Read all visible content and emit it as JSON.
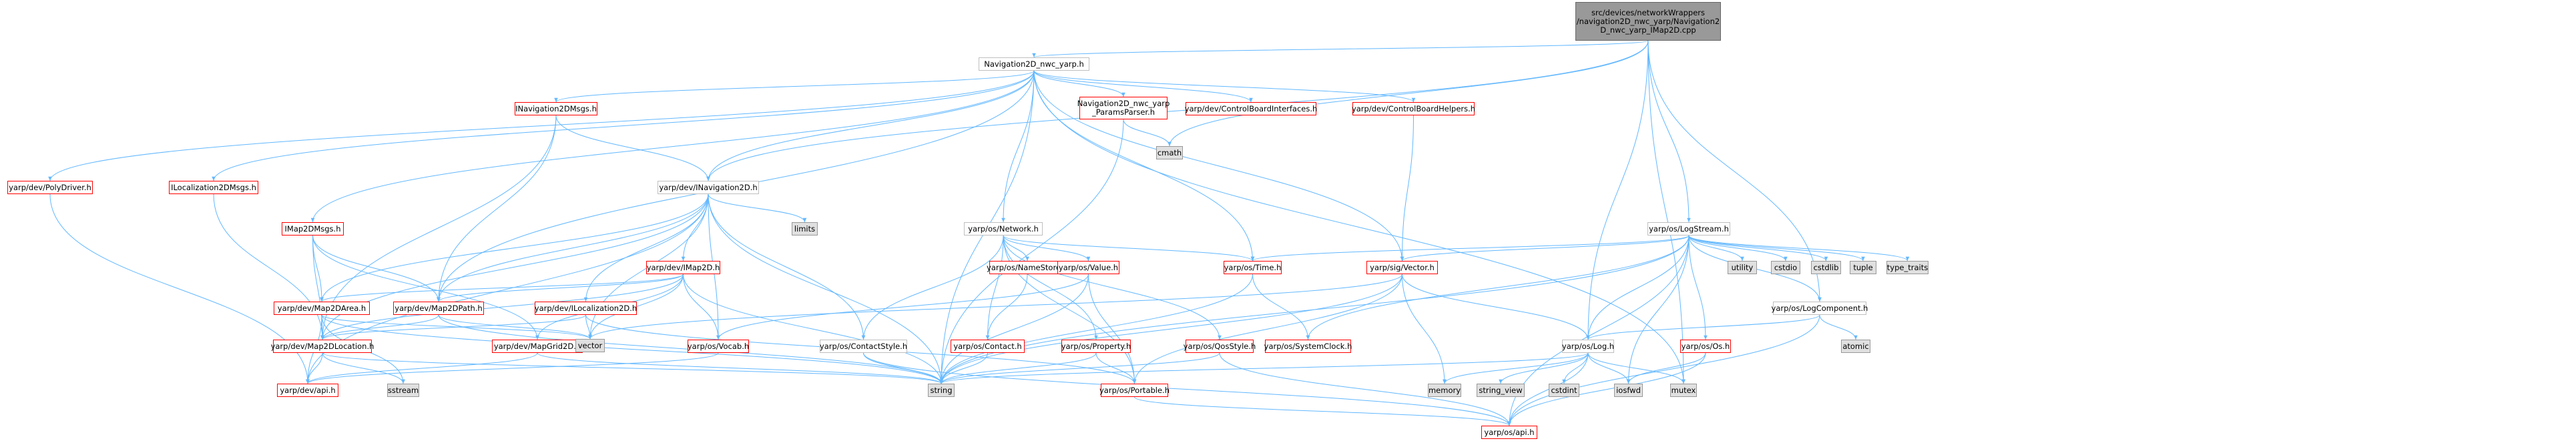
{
  "graph": {
    "nodes": [
      {
        "id": "root",
        "label": "src/devices/networkWrappers\n/navigation2D_nwc_yarp/Navigation2\nD_nwc_yarp_IMap2D.cpp",
        "kind": "root"
      },
      {
        "id": "nwc_h",
        "label": "Navigation2D_nwc_yarp.h",
        "kind": "gray"
      },
      {
        "id": "polydriver",
        "label": "yarp/dev/PolyDriver.h",
        "kind": "red"
      },
      {
        "id": "iloc2dmsgs",
        "label": "ILocalization2DMsgs.h",
        "kind": "red"
      },
      {
        "id": "inav2dmsgs",
        "label": "INavigation2DMsgs.h",
        "kind": "red"
      },
      {
        "id": "imap2dmsgs",
        "label": "IMap2DMsgs.h",
        "kind": "red"
      },
      {
        "id": "inav2d",
        "label": "yarp/dev/INavigation2D.h",
        "kind": "gray"
      },
      {
        "id": "paramsparser",
        "label": "Navigation2D_nwc_yarp\n_ParamsParser.h",
        "kind": "red"
      },
      {
        "id": "cbi",
        "label": "yarp/dev/ControlBoardInterfaces.h",
        "kind": "red"
      },
      {
        "id": "cbh",
        "label": "yarp/dev/ControlBoardHelpers.h",
        "kind": "red"
      },
      {
        "id": "cmath",
        "label": "cmath",
        "kind": "sys"
      },
      {
        "id": "network",
        "label": "yarp/os/Network.h",
        "kind": "gray"
      },
      {
        "id": "logstream",
        "label": "yarp/os/LogStream.h",
        "kind": "gray"
      },
      {
        "id": "limits",
        "label": "limits",
        "kind": "sys"
      },
      {
        "id": "imap2d",
        "label": "yarp/dev/IMap2D.h",
        "kind": "red"
      },
      {
        "id": "map2darea",
        "label": "yarp/dev/Map2DArea.h",
        "kind": "red"
      },
      {
        "id": "map2dpath",
        "label": "yarp/dev/Map2DPath.h",
        "kind": "red"
      },
      {
        "id": "iloc2d",
        "label": "yarp/dev/ILocalization2D.h",
        "kind": "red"
      },
      {
        "id": "map2dloc",
        "label": "yarp/dev/Map2DLocation.h",
        "kind": "red"
      },
      {
        "id": "mapgrid2d",
        "label": "yarp/dev/MapGrid2D.h",
        "kind": "red"
      },
      {
        "id": "vector",
        "label": "vector",
        "kind": "sys"
      },
      {
        "id": "devapi",
        "label": "yarp/dev/api.h",
        "kind": "red"
      },
      {
        "id": "sstream",
        "label": "sstream",
        "kind": "sys"
      },
      {
        "id": "namestore",
        "label": "yarp/os/NameStore.h",
        "kind": "red"
      },
      {
        "id": "value",
        "label": "yarp/os/Value.h",
        "kind": "red"
      },
      {
        "id": "contact",
        "label": "yarp/os/Contact.h",
        "kind": "red"
      },
      {
        "id": "contactstyle",
        "label": "yarp/os/ContactStyle.h",
        "kind": "gray"
      },
      {
        "id": "property",
        "label": "yarp/os/Property.h",
        "kind": "red"
      },
      {
        "id": "vocab",
        "label": "yarp/os/Vocab.h",
        "kind": "red"
      },
      {
        "id": "qosstyle",
        "label": "yarp/os/QosStyle.h",
        "kind": "red"
      },
      {
        "id": "time",
        "label": "yarp/os/Time.h",
        "kind": "red"
      },
      {
        "id": "sysclock",
        "label": "yarp/os/SystemClock.h",
        "kind": "red"
      },
      {
        "id": "sigvector",
        "label": "yarp/sig/Vector.h",
        "kind": "red"
      },
      {
        "id": "portable",
        "label": "yarp/os/Portable.h",
        "kind": "red"
      },
      {
        "id": "string",
        "label": "string",
        "kind": "sys"
      },
      {
        "id": "oslog",
        "label": "yarp/os/Log.h",
        "kind": "gray"
      },
      {
        "id": "memory",
        "label": "memory",
        "kind": "sys"
      },
      {
        "id": "string_view",
        "label": "string_view",
        "kind": "sys"
      },
      {
        "id": "cstdint",
        "label": "cstdint",
        "kind": "sys"
      },
      {
        "id": "iosfwd",
        "label": "iosfwd",
        "kind": "sys"
      },
      {
        "id": "mutex",
        "label": "mutex",
        "kind": "sys"
      },
      {
        "id": "osapi",
        "label": "yarp/os/api.h",
        "kind": "red"
      },
      {
        "id": "osos",
        "label": "yarp/os/Os.h",
        "kind": "red"
      },
      {
        "id": "logcomp",
        "label": "yarp/os/LogComponent.h",
        "kind": "gray"
      },
      {
        "id": "atomic",
        "label": "atomic",
        "kind": "sys"
      },
      {
        "id": "utility",
        "label": "utility",
        "kind": "sys"
      },
      {
        "id": "cstdio",
        "label": "cstdio",
        "kind": "sys"
      },
      {
        "id": "cstdlib",
        "label": "cstdlib",
        "kind": "sys"
      },
      {
        "id": "tuple",
        "label": "tuple",
        "kind": "sys"
      },
      {
        "id": "type_traits",
        "label": "type_traits",
        "kind": "sys"
      }
    ],
    "edges": [
      [
        "root",
        "nwc_h"
      ],
      [
        "root",
        "inav2d"
      ],
      [
        "root",
        "cmath"
      ],
      [
        "root",
        "logstream"
      ],
      [
        "root",
        "oslog"
      ],
      [
        "root",
        "logcomp"
      ],
      [
        "root",
        "mutex"
      ],
      [
        "nwc_h",
        "polydriver"
      ],
      [
        "nwc_h",
        "iloc2dmsgs"
      ],
      [
        "nwc_h",
        "inav2dmsgs"
      ],
      [
        "nwc_h",
        "imap2dmsgs"
      ],
      [
        "nwc_h",
        "inav2d"
      ],
      [
        "nwc_h",
        "paramsparser"
      ],
      [
        "nwc_h",
        "cbi"
      ],
      [
        "nwc_h",
        "cbh"
      ],
      [
        "nwc_h",
        "network"
      ],
      [
        "nwc_h",
        "time"
      ],
      [
        "nwc_h",
        "sigvector"
      ],
      [
        "nwc_h",
        "map2dpath"
      ],
      [
        "nwc_h",
        "string"
      ],
      [
        "nwc_h",
        "mutex"
      ],
      [
        "polydriver",
        "devapi"
      ],
      [
        "iloc2dmsgs",
        "map2dloc"
      ],
      [
        "inav2dmsgs",
        "inav2d"
      ],
      [
        "inav2dmsgs",
        "map2dloc"
      ],
      [
        "inav2dmsgs",
        "map2dpath"
      ],
      [
        "imap2dmsgs",
        "map2darea"
      ],
      [
        "imap2dmsgs",
        "map2dpath"
      ],
      [
        "imap2dmsgs",
        "map2dloc"
      ],
      [
        "imap2dmsgs",
        "mapgrid2d"
      ],
      [
        "inav2d",
        "limits"
      ],
      [
        "inav2d",
        "imap2d"
      ],
      [
        "inav2d",
        "iloc2d"
      ],
      [
        "inav2d",
        "map2dloc"
      ],
      [
        "inav2d",
        "map2darea"
      ],
      [
        "inav2d",
        "map2dpath"
      ],
      [
        "inav2d",
        "vector"
      ],
      [
        "inav2d",
        "string"
      ],
      [
        "inav2d",
        "devapi"
      ],
      [
        "inav2d",
        "vocab"
      ],
      [
        "inav2d",
        "contactstyle"
      ],
      [
        "paramsparser",
        "cmath"
      ],
      [
        "paramsparser",
        "string"
      ],
      [
        "cbh",
        "sigvector"
      ],
      [
        "network",
        "namestore"
      ],
      [
        "network",
        "value"
      ],
      [
        "network",
        "contact"
      ],
      [
        "network",
        "contactstyle"
      ],
      [
        "network",
        "property"
      ],
      [
        "network",
        "qosstyle"
      ],
      [
        "network",
        "time"
      ],
      [
        "network",
        "portable"
      ],
      [
        "logstream",
        "utility"
      ],
      [
        "logstream",
        "cstdio"
      ],
      [
        "logstream",
        "cstdlib"
      ],
      [
        "logstream",
        "tuple"
      ],
      [
        "logstream",
        "type_traits"
      ],
      [
        "logstream",
        "logcomp"
      ],
      [
        "logstream",
        "oslog"
      ],
      [
        "logstream",
        "osos"
      ],
      [
        "logstream",
        "time"
      ],
      [
        "logstream",
        "sigvector"
      ],
      [
        "logstream",
        "sysclock"
      ],
      [
        "logstream",
        "string"
      ],
      [
        "logstream",
        "osapi"
      ],
      [
        "logstream",
        "iosfwd"
      ],
      [
        "imap2d",
        "map2darea"
      ],
      [
        "imap2d",
        "map2dpath"
      ],
      [
        "imap2d",
        "map2dloc"
      ],
      [
        "imap2d",
        "mapgrid2d"
      ],
      [
        "imap2d",
        "vector"
      ],
      [
        "imap2d",
        "string"
      ],
      [
        "imap2d",
        "vocab"
      ],
      [
        "iloc2d",
        "map2dloc"
      ],
      [
        "iloc2d",
        "vector"
      ],
      [
        "iloc2d",
        "portable"
      ],
      [
        "map2darea",
        "map2dloc"
      ],
      [
        "map2darea",
        "vector"
      ],
      [
        "map2darea",
        "sstream"
      ],
      [
        "map2darea",
        "devapi"
      ],
      [
        "map2darea",
        "string"
      ],
      [
        "map2dpath",
        "map2dloc"
      ],
      [
        "map2dpath",
        "vector"
      ],
      [
        "map2dpath",
        "string"
      ],
      [
        "map2dloc",
        "devapi"
      ],
      [
        "map2dloc",
        "sstream"
      ],
      [
        "map2dloc",
        "string"
      ],
      [
        "mapgrid2d",
        "devapi"
      ],
      [
        "mapgrid2d",
        "string"
      ],
      [
        "namestore",
        "contact"
      ],
      [
        "value",
        "vocab"
      ],
      [
        "value",
        "portable"
      ],
      [
        "value",
        "string"
      ],
      [
        "contact",
        "string"
      ],
      [
        "contactstyle",
        "string"
      ],
      [
        "contactstyle",
        "osapi"
      ],
      [
        "property",
        "portable"
      ],
      [
        "property",
        "string"
      ],
      [
        "vocab",
        "devapi"
      ],
      [
        "qosstyle",
        "string"
      ],
      [
        "qosstyle",
        "osapi"
      ],
      [
        "time",
        "sysclock"
      ],
      [
        "time",
        "string"
      ],
      [
        "sigvector",
        "oslog"
      ],
      [
        "sigvector",
        "portable"
      ],
      [
        "sigvector",
        "memory"
      ],
      [
        "sigvector",
        "string"
      ],
      [
        "sigvector",
        "vector"
      ],
      [
        "portable",
        "osapi"
      ],
      [
        "oslog",
        "string_view"
      ],
      [
        "oslog",
        "cstdint"
      ],
      [
        "oslog",
        "iosfwd"
      ],
      [
        "oslog",
        "mutex"
      ],
      [
        "oslog",
        "osapi"
      ],
      [
        "oslog",
        "string"
      ],
      [
        "oslog",
        "memory"
      ],
      [
        "osos",
        "osapi"
      ],
      [
        "osos",
        "iosfwd"
      ],
      [
        "logcomp",
        "atomic"
      ],
      [
        "logcomp",
        "oslog"
      ],
      [
        "logcomp",
        "osapi"
      ]
    ]
  }
}
